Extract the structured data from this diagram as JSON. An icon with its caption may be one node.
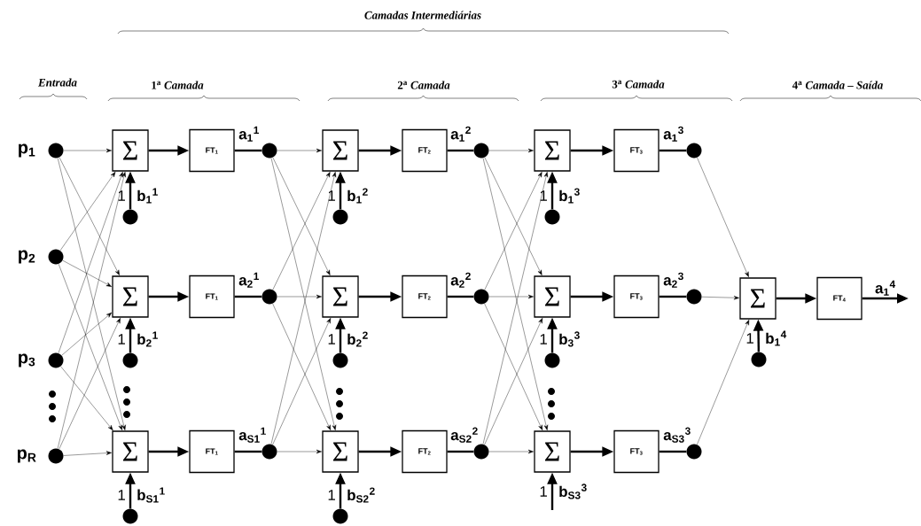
{
  "diagram": {
    "nodes": [
      {
        "text": [],
        "shape": "circle",
        "beside": [
          "p$_{1}$"
        ]
      },
      {
        "text": [],
        "shape": "circle",
        "beside": [
          "p$_{2}$"
        ]
      },
      {
        "text": [],
        "shape": "circle",
        "beside": [
          "p$_{3}$"
        ]
      },
      {
        "text": [],
        "shape": "circle",
        "beside": [
          "p$_{R}$"
        ]
      },
      {
        "text": [
          "Σ"
        ]
      },
      {
        "text": [
          "FT$_{1}$"
        ]
      },
      {
        "text": [],
        "shape": "circle",
        "beside": [
          "a$_{1}$$^{1}$"
        ]
      },
      {
        "text": [],
        "shape": "circle",
        "beside": [
          "1",
          "b$_{1}$$^{1}$"
        ]
      },
      {
        "text": [
          "Σ"
        ]
      },
      {
        "text": [
          "FT$_{1}$"
        ]
      },
      {
        "text": [],
        "shape": "circle",
        "beside": [
          "a$_{2}$$^{1}$"
        ]
      },
      {
        "text": [],
        "shape": "circle",
        "beside": [
          "1",
          "b$_{2}$$^{1}$"
        ]
      },
      {
        "text": [
          "Σ"
        ]
      },
      {
        "text": [
          "FT$_{1}$"
        ]
      },
      {
        "text": [],
        "shape": "circle",
        "beside": [
          "a$_{S1}$$^{1}$"
        ]
      },
      {
        "text": [],
        "shape": "circle",
        "beside": [
          "1",
          "b$_{S1}$$^{1}$"
        ]
      },
      {
        "text": [
          "Σ"
        ]
      },
      {
        "text": [
          "FT$_{2}$"
        ]
      },
      {
        "text": [],
        "shape": "circle",
        "beside": [
          "a$_{1}$$^{2}$"
        ]
      },
      {
        "text": [],
        "shape": "circle",
        "beside": [
          "1",
          "b$_{1}$$^{2}$"
        ]
      },
      {
        "text": [
          "Σ"
        ]
      },
      {
        "text": [
          "FT$_{2}$"
        ]
      },
      {
        "text": [],
        "shape": "circle",
        "beside": [
          "a$_{2}$$^{2}$"
        ]
      },
      {
        "text": [],
        "shape": "circle",
        "beside": [
          "1",
          "b$_{2}$$^{2}$"
        ]
      },
      {
        "text": [
          "Σ"
        ]
      },
      {
        "text": [
          "FT$_{2}$"
        ]
      },
      {
        "text": [],
        "shape": "circle",
        "beside": [
          "a$_{S2}$$^{2}$"
        ]
      },
      {
        "text": [],
        "shape": "circle",
        "beside": [
          "1",
          "b$_{S2}$$^{2}$"
        ]
      },
      {
        "text": [
          "Σ"
        ]
      },
      {
        "text": [
          "FT$_{3}$"
        ]
      },
      {
        "text": [],
        "shape": "circle",
        "beside": [
          "a$_{1}$$^{3}$"
        ]
      },
      {
        "text": [],
        "shape": "circle",
        "beside": [
          "1",
          "b$_{1}$$^{3}$"
        ]
      },
      {
        "text": [
          "Σ"
        ]
      },
      {
        "text": [
          "FT$_{3}$"
        ]
      },
      {
        "text": [],
        "shape": "circle",
        "beside": [
          "a$_{2}$$^{3}$"
        ]
      },
      {
        "text": [],
        "shape": "circle",
        "beside": [
          "1",
          "b$_{3}$$^{3}$"
        ]
      },
      {
        "text": [
          "Σ"
        ],
        "beside": [
          "1",
          "b$_{S3}$$^{3}$"
        ]
      },
      {
        "text": [
          "FT$_{3}$"
        ]
      },
      {
        "text": [],
        "shape": "circle",
        "beside": [
          "a$_{S3}$$^{3}$"
        ]
      },
      {
        "text": [
          "Σ"
        ]
      },
      {
        "text": [
          "FT$_{4}$"
        ]
      },
      {
        "text": [],
        "shape": "circle",
        "beside": [
          "1",
          "b$_{1}$$^{4}$"
        ]
      }
    ],
    "edges": [
      {
        "from": 0,
        "to": 4,
        "arrow": "to"
      },
      {
        "from": 0,
        "to": 8,
        "arrow": "to"
      },
      {
        "from": 0,
        "to": 12,
        "arrow": "to"
      },
      {
        "from": 1,
        "to": 4,
        "arrow": "to"
      },
      {
        "from": 1,
        "to": 8,
        "arrow": "to"
      },
      {
        "from": 1,
        "to": 12,
        "arrow": "to"
      },
      {
        "from": 2,
        "to": 4,
        "arrow": "to"
      },
      {
        "from": 2,
        "to": 8,
        "arrow": "to"
      },
      {
        "from": 2,
        "to": 12,
        "arrow": "to"
      },
      {
        "from": 3,
        "to": 4,
        "arrow": "to"
      },
      {
        "from": 3,
        "to": 8,
        "arrow": "to"
      },
      {
        "from": 3,
        "to": 12,
        "arrow": "to"
      },
      {
        "from": 4,
        "to": 5,
        "arrow": "to",
        "style": "thick"
      },
      {
        "from": 8,
        "to": 9,
        "arrow": "to",
        "style": "thick"
      },
      {
        "from": 12,
        "to": 13,
        "arrow": "to",
        "style": "thick"
      },
      {
        "from": 5,
        "to": 6,
        "arrow": "none",
        "style": "thick"
      },
      {
        "from": 9,
        "to": 10,
        "arrow": "none",
        "style": "thick"
      },
      {
        "from": 13,
        "to": 14,
        "arrow": "none",
        "style": "thick"
      },
      {
        "from": 7,
        "to": 4,
        "arrow": "to",
        "style": "thick"
      },
      {
        "from": 11,
        "to": 8,
        "arrow": "to",
        "style": "thick"
      },
      {
        "from": 15,
        "to": 12,
        "arrow": "to",
        "style": "thick"
      },
      {
        "from": 6,
        "to": 16,
        "arrow": "to"
      },
      {
        "from": 6,
        "to": 20,
        "arrow": "to"
      },
      {
        "from": 6,
        "to": 24,
        "arrow": "to"
      },
      {
        "from": 10,
        "to": 16,
        "arrow": "to"
      },
      {
        "from": 10,
        "to": 20,
        "arrow": "to"
      },
      {
        "from": 10,
        "to": 24,
        "arrow": "to"
      },
      {
        "from": 14,
        "to": 16,
        "arrow": "to"
      },
      {
        "from": 14,
        "to": 20,
        "arrow": "to"
      },
      {
        "from": 14,
        "to": 24,
        "arrow": "to"
      },
      {
        "from": 16,
        "to": 17,
        "arrow": "to",
        "style": "thick"
      },
      {
        "from": 20,
        "to": 21,
        "arrow": "to",
        "style": "thick"
      },
      {
        "from": 24,
        "to": 25,
        "arrow": "to",
        "style": "thick"
      },
      {
        "from": 17,
        "to": 18,
        "arrow": "none",
        "style": "thick"
      },
      {
        "from": 21,
        "to": 22,
        "arrow": "none",
        "style": "thick"
      },
      {
        "from": 25,
        "to": 26,
        "arrow": "none",
        "style": "thick"
      },
      {
        "from": 19,
        "to": 16,
        "arrow": "to",
        "style": "thick"
      },
      {
        "from": 23,
        "to": 20,
        "arrow": "to",
        "style": "thick"
      },
      {
        "from": 27,
        "to": 24,
        "arrow": "to",
        "style": "thick"
      },
      {
        "from": 18,
        "to": 28,
        "arrow": "to"
      },
      {
        "from": 18,
        "to": 32,
        "arrow": "to"
      },
      {
        "from": 18,
        "to": 36,
        "arrow": "to"
      },
      {
        "from": 22,
        "to": 28,
        "arrow": "to"
      },
      {
        "from": 22,
        "to": 32,
        "arrow": "to"
      },
      {
        "from": 22,
        "to": 36,
        "arrow": "to"
      },
      {
        "from": 26,
        "to": 28,
        "arrow": "to"
      },
      {
        "from": 26,
        "to": 32,
        "arrow": "to"
      },
      {
        "from": 26,
        "to": 36,
        "arrow": "to"
      },
      {
        "from": 28,
        "to": 29,
        "arrow": "to",
        "style": "thick"
      },
      {
        "from": 32,
        "to": 33,
        "arrow": "to",
        "style": "thick"
      },
      {
        "from": 36,
        "to": 37,
        "arrow": "to",
        "style": "thick"
      },
      {
        "from": 29,
        "to": 30,
        "arrow": "none",
        "style": "thick"
      },
      {
        "from": 33,
        "to": 34,
        "arrow": "none",
        "style": "thick"
      },
      {
        "from": 37,
        "to": 38,
        "arrow": "none",
        "style": "thick"
      },
      {
        "from": 31,
        "to": 28,
        "arrow": "to",
        "style": "thick"
      },
      {
        "from": 35,
        "to": 32,
        "arrow": "to",
        "style": "thick"
      },
      {
        "from": null,
        "to": 36,
        "arrow": "to",
        "style": "thick"
      },
      {
        "from": 30,
        "to": 39,
        "arrow": "to"
      },
      {
        "from": 34,
        "to": 39,
        "arrow": "to"
      },
      {
        "from": 38,
        "to": 39,
        "arrow": "to"
      },
      {
        "from": 39,
        "to": 40,
        "arrow": "to",
        "style": "thick"
      },
      {
        "from": 41,
        "to": 39,
        "arrow": "to",
        "style": "thick"
      },
      {
        "from": 40,
        "to": null,
        "arrow": "to",
        "style": "thick",
        "label": "a$_{1}$$^{4}$"
      }
    ],
    "labels": [
      "Camadas Intermediárias",
      "Entrada",
      "1$^{a}$ *Camada*",
      "2$^{a}$ *Camada*",
      "3$^{a}$ *Camada*",
      "4$^{a}$ *Camada – Saída*"
    ]
  }
}
